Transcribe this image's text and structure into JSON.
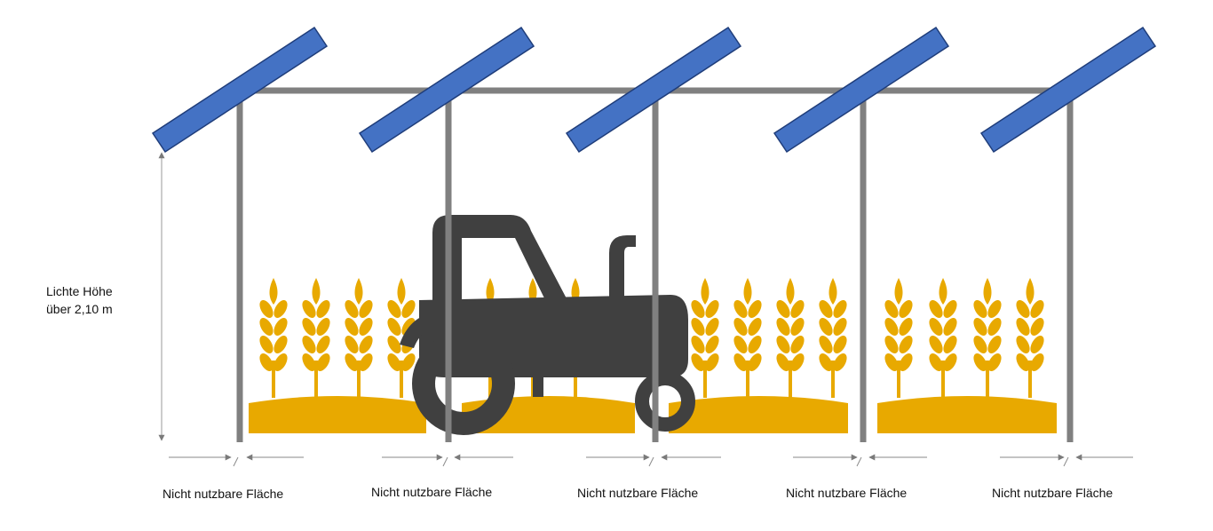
{
  "height_label": {
    "line1": "Lichte Höhe",
    "line2": "über 2,10 m"
  },
  "unusable_label": "Nicht nutzbare Fläche",
  "colors": {
    "panel": "#4472c4",
    "panel_stroke": "#1f3d7a",
    "frame": "#808080",
    "crop": "#e8a900",
    "tractor": "#404040",
    "arrow": "#7a7a7a"
  },
  "icons": {
    "vehicle": "tractor-icon",
    "crop": "wheat-icon"
  }
}
